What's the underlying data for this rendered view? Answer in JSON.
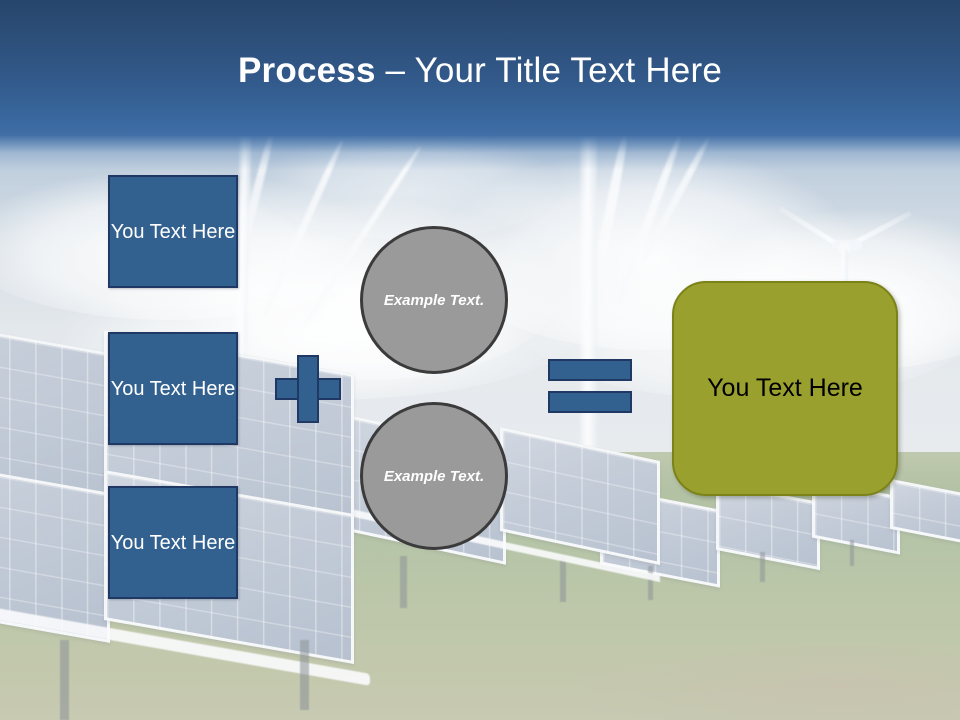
{
  "slide": {
    "title": {
      "bold_part": "Process",
      "rest_part": " – Your Title Text Here",
      "full": "Process – Your Title Text Here"
    },
    "theme": {
      "header_dark": "#27456c",
      "header_light": "#416fa6",
      "accent_blue": "#33618f",
      "accent_blue_border": "#1f3864",
      "circle_gray": "#9a9a9a",
      "circle_border": "#3b3b3b",
      "result_olive": "#99a02e",
      "result_olive_border": "#7b8217",
      "title_color": "#ffffff",
      "result_text_color": "#000000"
    },
    "input_boxes": [
      {
        "label": "You Text Here"
      },
      {
        "label": "You Text Here"
      },
      {
        "label": "You Text Here"
      }
    ],
    "operators": {
      "plus": "plus-sign",
      "equals": "equals-sign"
    },
    "circles": [
      {
        "label": "Example Text."
      },
      {
        "label": "Example Text."
      }
    ],
    "result_box": {
      "label": "You Text Here"
    },
    "background": {
      "description": "solar-panel-farm-with-wind-turbines"
    }
  }
}
